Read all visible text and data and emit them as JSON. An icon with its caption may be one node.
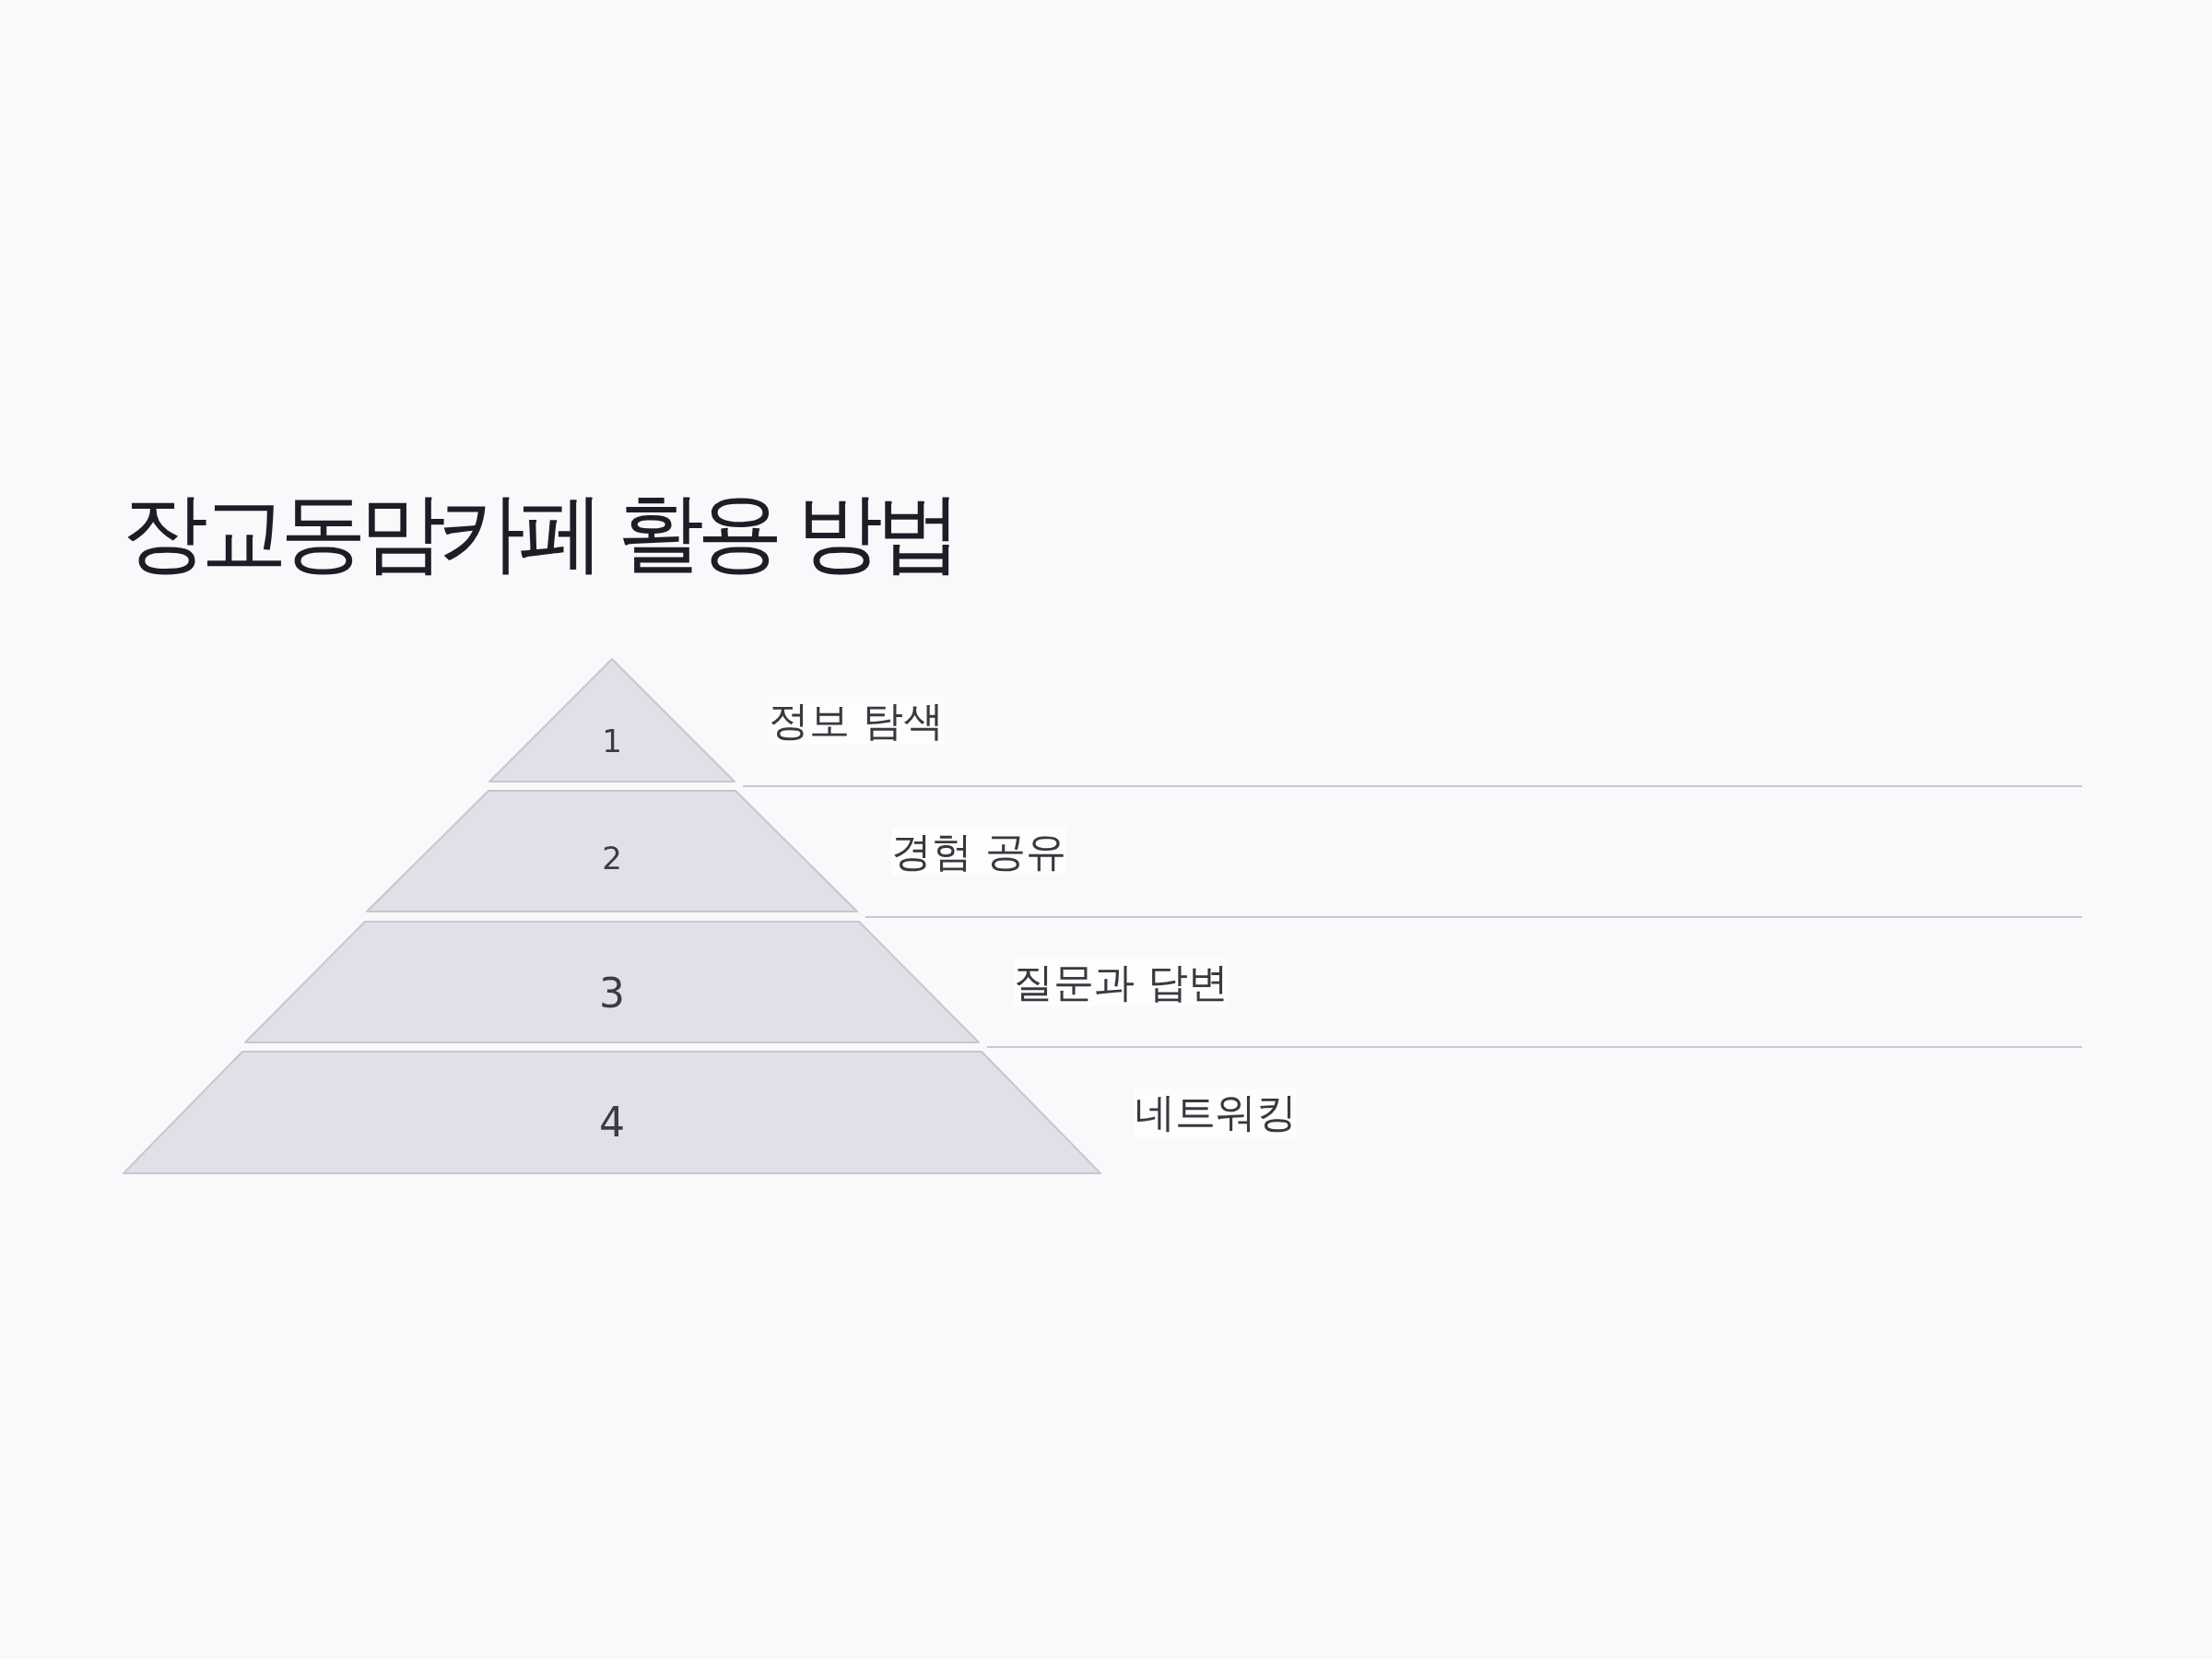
{
  "diagram": {
    "title": "장교동맘카페 활용 방법",
    "nodes": [
      {
        "text": [
          "1"
        ],
        "beside": [
          "정보 탐색"
        ]
      },
      {
        "text": [
          "2"
        ],
        "beside": [
          "경험 공유"
        ]
      },
      {
        "text": [
          "3"
        ],
        "beside": [
          "질문과 답변"
        ]
      },
      {
        "text": [
          "4"
        ],
        "beside": [
          "네트워킹"
        ]
      }
    ]
  }
}
